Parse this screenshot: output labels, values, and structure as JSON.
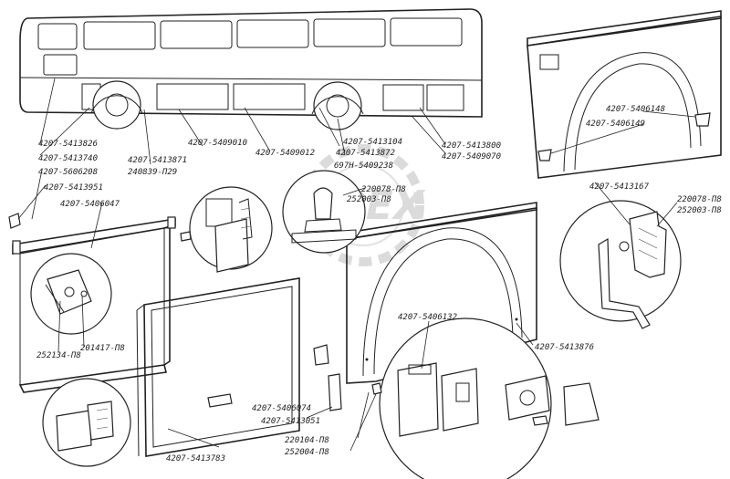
{
  "watermark": "OPEX",
  "labels": {
    "l1": "4207-5413826",
    "l2": "4207-5413740",
    "l3": "4207-5606208",
    "l4": "4207-5413951",
    "l5": "4207-5406047",
    "l6": "4207-5413871",
    "l7": "240839-П29",
    "l8": "4207-5409010",
    "l9": "4207-5409012",
    "l10": "4207-5413104",
    "l11": "4207-5413872",
    "l12": "4207-5413800",
    "l13": "4207-5409070",
    "l14": "697Н-5409238",
    "l15": "220078-П8",
    "l16": "252003-П8",
    "l17": "4207-5406148",
    "l18": "4207-5406149",
    "l19": "4207-5413167",
    "l20": "220078-П8",
    "l21": "252003-П8",
    "l22": "4207-5406132",
    "l23": "4207-5413876",
    "l24": "252134-П8",
    "l25": "201417-П8",
    "l26": "4207-5406074",
    "l27": "4207-5413051",
    "l28": "220104-П8",
    "l29": "252004-П8",
    "l30": "4207-5413783"
  }
}
